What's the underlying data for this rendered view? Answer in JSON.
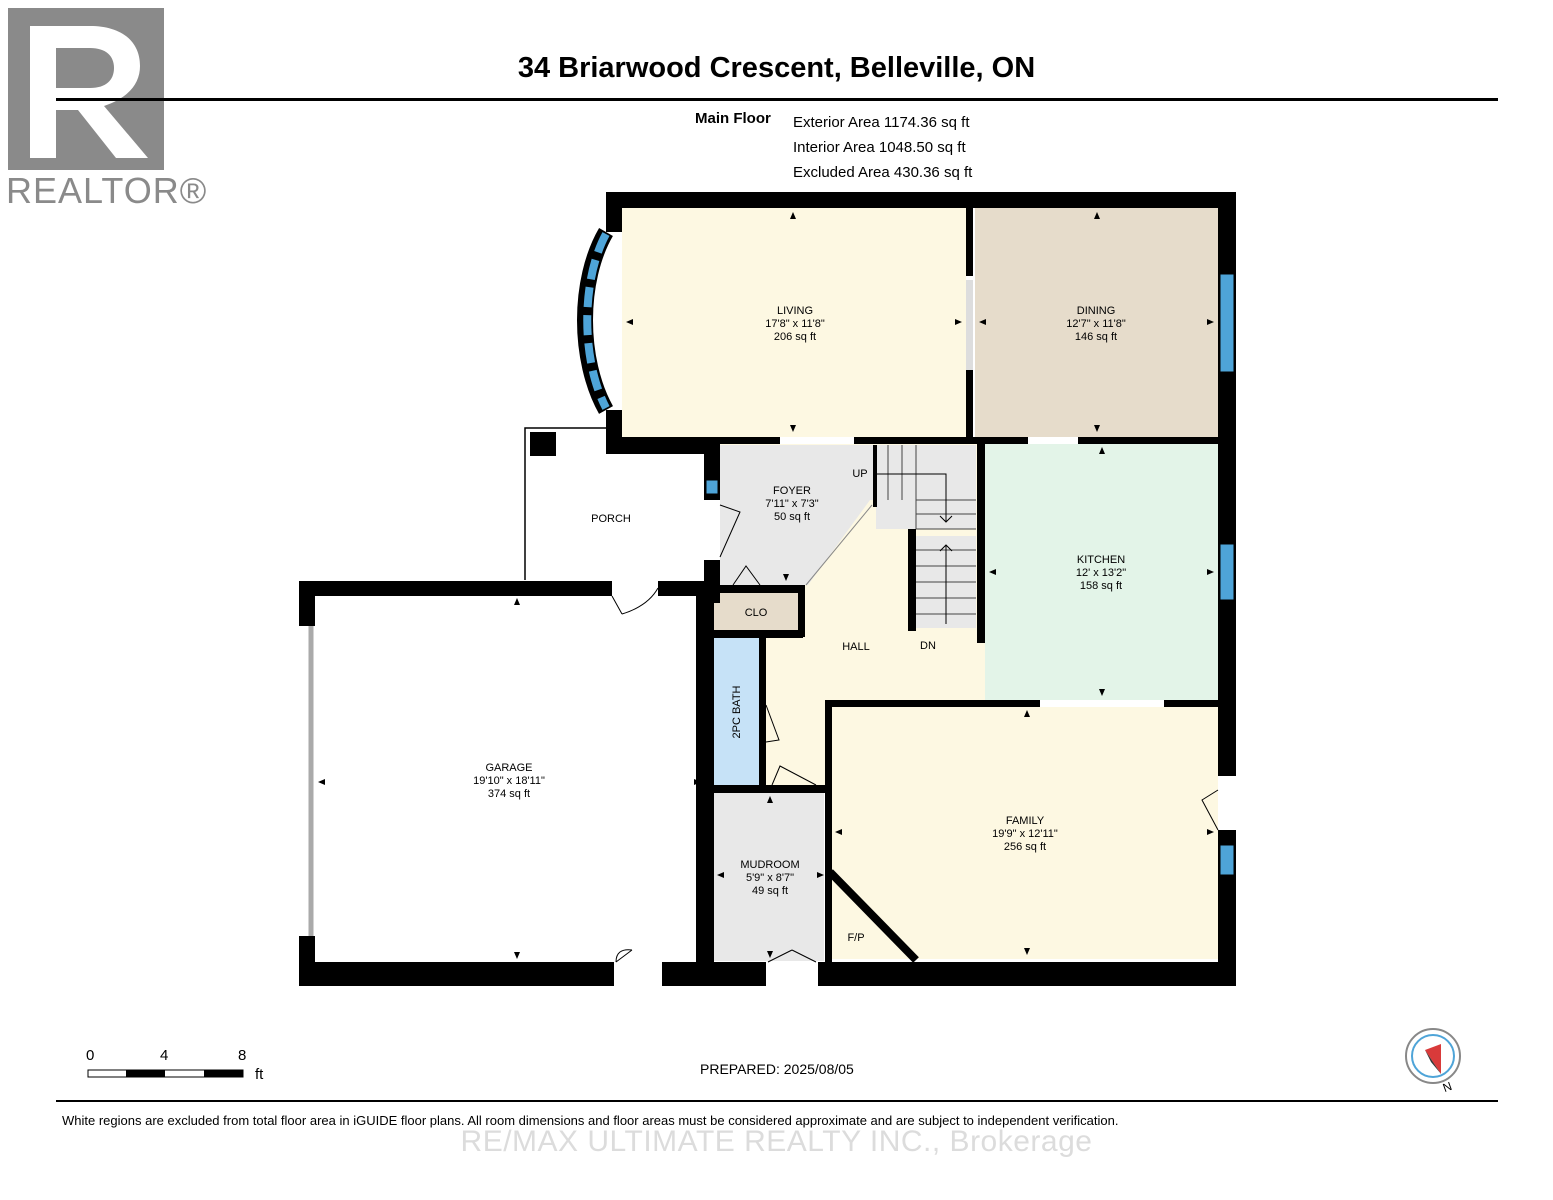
{
  "header": {
    "title": "34 Briarwood Crescent, Belleville, ON",
    "floor_label": "Main Floor",
    "exterior_area": "Exterior Area 1174.36 sq ft",
    "interior_area": "Interior Area 1048.50 sq ft",
    "excluded_area": "Excluded Area 430.36 sq ft"
  },
  "logo": {
    "text": "REALTOR®",
    "icon": "realtor-r-logo-icon"
  },
  "rooms": {
    "living": {
      "name": "LIVING",
      "dims": "17'8\" x 11'8\"",
      "area": "206 sq ft"
    },
    "dining": {
      "name": "DINING",
      "dims": "12'7\" x 11'8\"",
      "area": "146 sq ft"
    },
    "foyer": {
      "name": "FOYER",
      "dims": "7'11\" x 7'3\"",
      "area": "50 sq ft"
    },
    "kitchen": {
      "name": "KITCHEN",
      "dims": "12' x 13'2\"",
      "area": "158 sq ft"
    },
    "garage": {
      "name": "GARAGE",
      "dims": "19'10\" x 18'11\"",
      "area": "374 sq ft"
    },
    "mudroom": {
      "name": "MUDROOM",
      "dims": "5'9\" x 8'7\"",
      "area": "49 sq ft"
    },
    "family": {
      "name": "FAMILY",
      "dims": "19'9\" x 12'11\"",
      "area": "256 sq ft"
    }
  },
  "labels": {
    "porch": "PORCH",
    "clo": "CLO",
    "hall": "HALL",
    "bath": "2PC BATH",
    "up": "UP",
    "dn": "DN",
    "fp": "F/P"
  },
  "colors": {
    "living": "#fdf8e2",
    "dining": "#e6dccb",
    "kitchen": "#e3f4e8",
    "hall": "#fdf8e2",
    "foyer": "#e8e8e8",
    "mudroom": "#e8e8e8",
    "clo": "#e6dccb",
    "bath": "#c6e2f7",
    "window": "#4ea4d8",
    "wall": "#000000"
  },
  "scale": {
    "ticks": [
      "0",
      "4",
      "8"
    ],
    "unit": "ft"
  },
  "compass": {
    "label": "N",
    "icon": "compass-icon"
  },
  "footer": {
    "prepared": "PREPARED: 2025/08/05",
    "disclaimer": "White regions are excluded from total floor area in iGUIDE floor plans. All room dimensions and floor areas must be considered approximate and are subject to independent verification.",
    "watermark": "RE/MAX ULTIMATE REALTY INC., Brokerage"
  }
}
